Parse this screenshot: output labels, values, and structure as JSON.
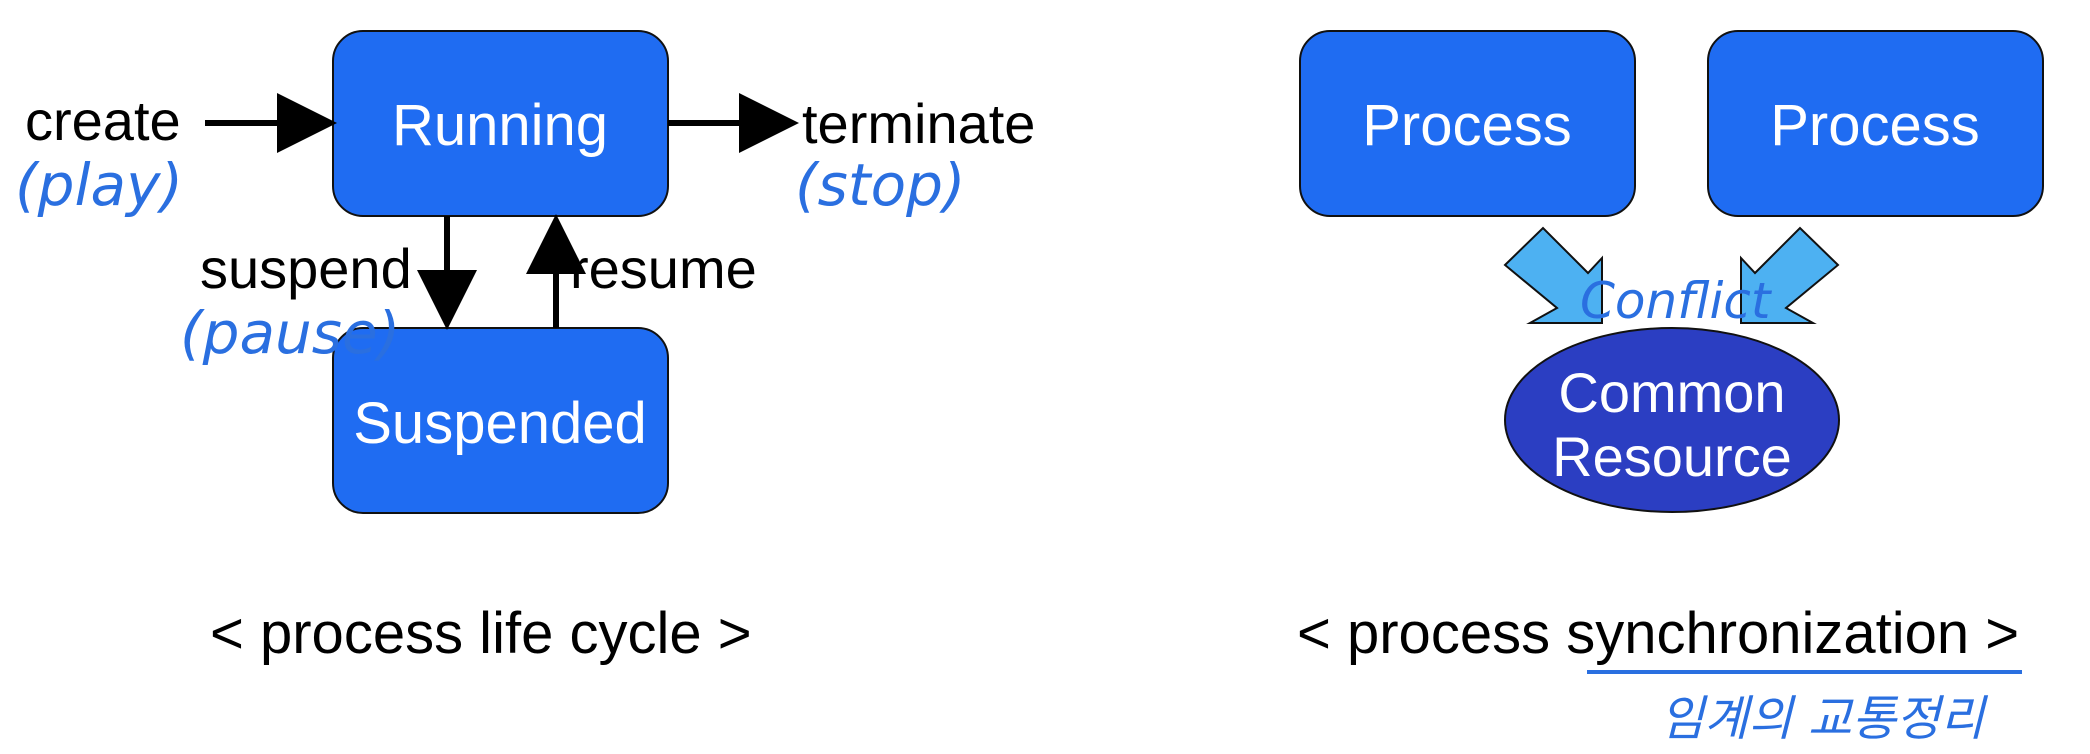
{
  "lifecycle": {
    "states": {
      "running": "Running",
      "suspended": "Suspended"
    },
    "transitions": {
      "create": "create",
      "terminate": "terminate",
      "suspend": "suspend",
      "resume": "resume"
    },
    "notes": {
      "create": "(play)",
      "terminate": "(stop)",
      "suspend": "(pause)"
    },
    "caption": "< process life cycle >"
  },
  "synchronization": {
    "processes": [
      "Process",
      "Process"
    ],
    "resource_line1": "Common",
    "resource_line2": "Resource",
    "conflict_note": "Conflict",
    "caption_prefix": "< process ",
    "caption_keyword": "synchronization",
    "caption_suffix": " >",
    "keyword_note": "임계의 교통정리"
  },
  "colors": {
    "box_fill": "#1f6cf2",
    "ellipse_fill": "#2b3ec2",
    "arrow_fill": "#4db1f2",
    "handwriting": "#2a6fe0"
  }
}
